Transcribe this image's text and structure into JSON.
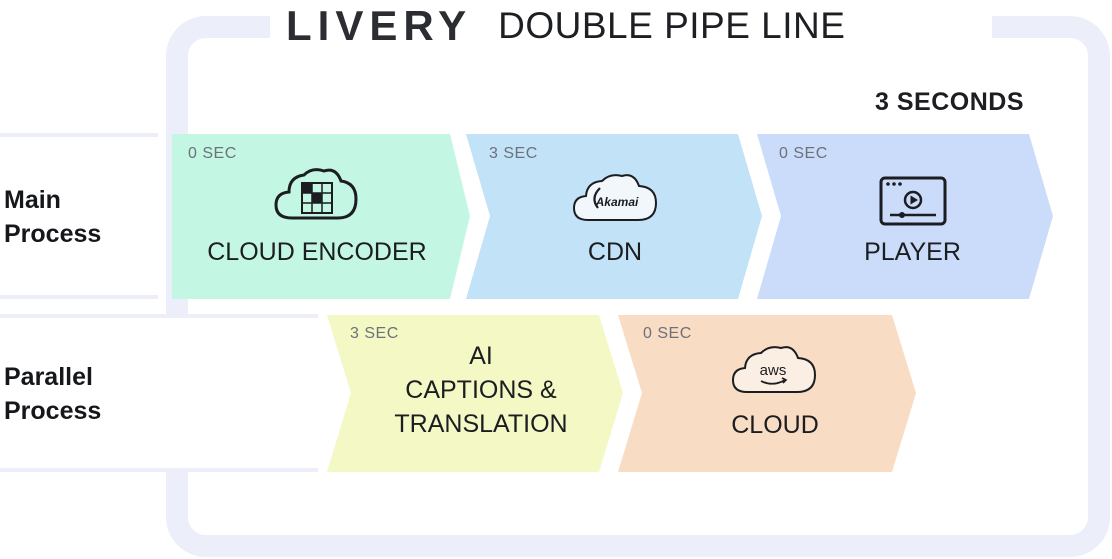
{
  "header": {
    "brand": "LIVERY",
    "subtitle": "DOUBLE PIPE LINE"
  },
  "total_latency": "3 SECONDS",
  "rows": [
    {
      "label_line1": "Main",
      "label_line2": "Process"
    },
    {
      "label_line1": "Parallel",
      "label_line2": "Process"
    }
  ],
  "stages": {
    "encoder": {
      "seconds": "0 SEC",
      "label": "CLOUD ENCODER",
      "color": "#c3f7e3",
      "icon": "cloud-grid-icon"
    },
    "cdn": {
      "seconds": "3 SEC",
      "label": "CDN",
      "color": "#c2e2f7",
      "icon": "akamai-cloud-icon",
      "icon_text": "Akamai"
    },
    "player": {
      "seconds": "0 SEC",
      "label": "PLAYER",
      "color": "#cbdcfa",
      "icon": "video-player-icon"
    },
    "captions": {
      "seconds": "3 SEC",
      "label_line1": "AI",
      "label_line2": "CAPTIONS &",
      "label_line3": "TRANSLATION",
      "color": "#f3f8c5"
    },
    "cloud": {
      "seconds": "0 SEC",
      "label": "CLOUD",
      "color": "#f8dcc4",
      "icon": "aws-cloud-icon",
      "icon_text": "aws"
    }
  },
  "colors": {
    "frame": "#eceffa",
    "text": "#222428",
    "muted": "#6d7179"
  }
}
